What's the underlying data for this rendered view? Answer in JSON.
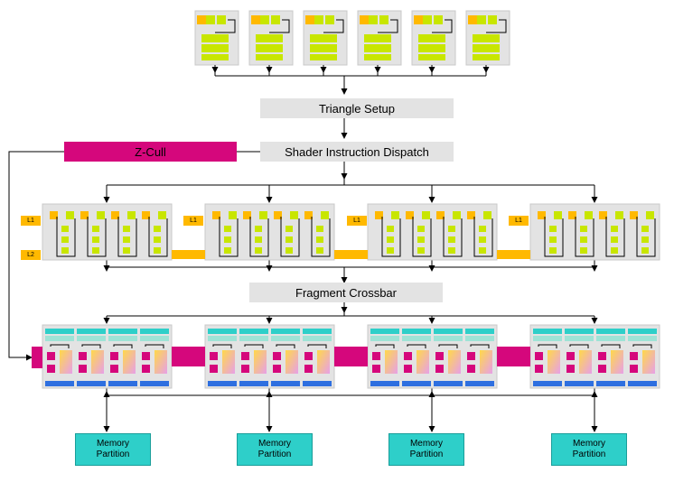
{
  "stages": {
    "triangle_setup": "Triangle Setup",
    "shader_dispatch": "Shader Instruction Dispatch",
    "fragment_crossbar": "Fragment Crossbar",
    "zcull": "Z-Cull"
  },
  "cache_labels": {
    "l1": "L1",
    "l2": "L2"
  },
  "memory": {
    "line1": "Memory",
    "line2": "Partition"
  },
  "colors": {
    "unit_bg": "#e3e3e3",
    "vertex_green": "#c8e600",
    "orange": "#ffb900",
    "magenta": "#d5077c",
    "teal": "#2ecfc9",
    "blue": "#2e6fe0",
    "pale_teal": "#9fe3d6"
  }
}
